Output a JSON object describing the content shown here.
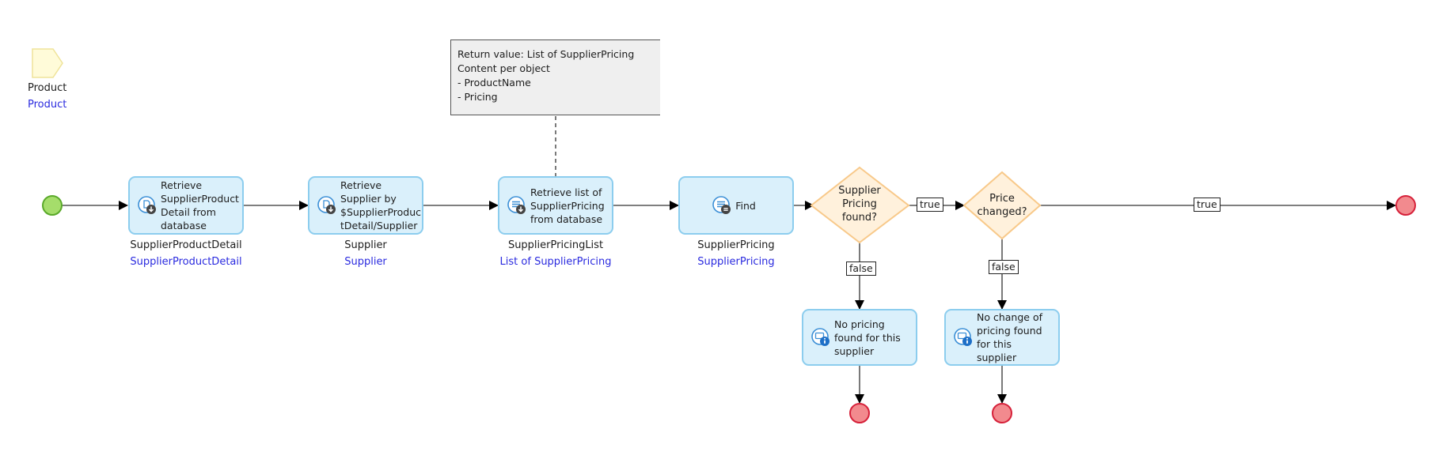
{
  "parameter": {
    "name": "Product",
    "type": "Product"
  },
  "annotation": {
    "lines": [
      "Return value: List of SupplierPricing",
      "Content per object",
      "- ProductName",
      "- Pricing"
    ]
  },
  "activities": {
    "retrieve_detail": {
      "label": "Retrieve\nSupplierProduct\nDetail from\ndatabase",
      "output_name": "SupplierProductDetail",
      "output_type": "SupplierProductDetail",
      "icon": "retrieve-icon"
    },
    "retrieve_supplier": {
      "label": "Retrieve\nSupplier by\n$SupplierProduc\ntDetail/Supplier",
      "output_name": "Supplier",
      "output_type": "Supplier",
      "icon": "retrieve-icon"
    },
    "retrieve_list": {
      "label": "Retrieve list of\nSupplierPricing\nfrom database",
      "output_name": "SupplierPricingList",
      "output_type": "List of SupplierPricing",
      "icon": "list-retrieve-icon"
    },
    "find": {
      "label": "Find",
      "output_name": "SupplierPricing",
      "output_type": "SupplierPricing",
      "icon": "list-find-icon"
    },
    "msg_no_pricing": {
      "label": "No pricing\nfound for this\nsupplier",
      "icon": "show-message-icon"
    },
    "msg_no_change": {
      "label": "No change of\npricing found\nfor this supplier",
      "icon": "show-message-icon"
    }
  },
  "decisions": {
    "pricing_found": {
      "label": "Supplier\nPricing\nfound?"
    },
    "price_changed": {
      "label": "Price\nchanged?"
    }
  },
  "flow_labels": {
    "true1": "true",
    "true2": "true",
    "false1": "false",
    "false2": "false"
  },
  "colors": {
    "activity_fill": "#daf0fb",
    "activity_border": "#8ccdee",
    "start_fill": "#a5dd6b",
    "start_border": "#5aa92a",
    "end_fill": "#f28a8e",
    "end_border": "#d6213a",
    "decision_fill": "#fff1dc",
    "decision_border": "#f8c98a",
    "parameter_fill": "#fffbd9",
    "parameter_border": "#efe39a",
    "link": "#2a2adf"
  }
}
